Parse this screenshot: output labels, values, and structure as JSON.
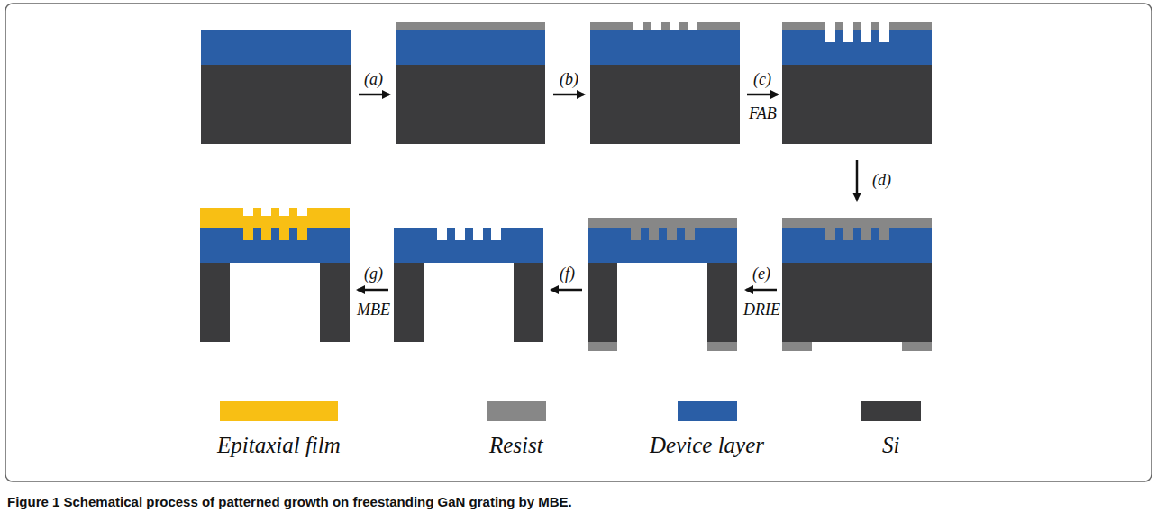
{
  "diagram": {
    "caption": "Figure 1 Schematical process of patterned growth on freestanding GaN grating by MBE.",
    "labels": [
      "(a)",
      "(b)",
      "(c)",
      "FAB",
      "(d)",
      "(e)",
      "DRIE",
      "(f)",
      "(g)",
      "MBE"
    ],
    "legend": [
      {
        "text": "Epitaxial film",
        "color": "#f8bf14"
      },
      {
        "text": "Resist",
        "color": "#878787"
      },
      {
        "text": "Device layer",
        "color": "#2a5ea6"
      },
      {
        "text": "Si",
        "color": "#3b3b3d"
      }
    ]
  }
}
